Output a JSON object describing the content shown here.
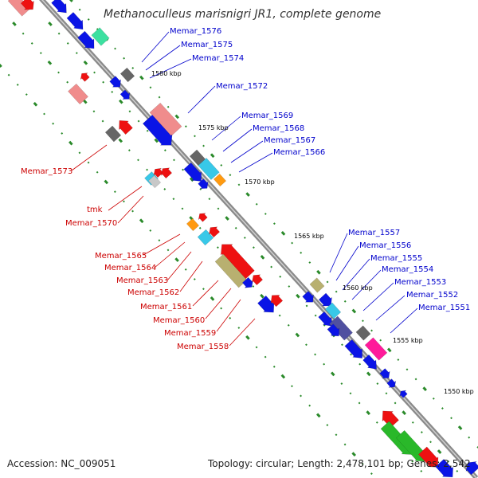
{
  "title": "Methanoculleus marisnigri JR1, complete genome",
  "footer": {
    "accession": "Accession: NC_009051",
    "summary": "Topology: circular; Length: 2,478,101 bp; Genes: 2,542"
  },
  "colors": {
    "plus_label": "#0000cc",
    "minus_label": "#cc0000",
    "axis": "#888888",
    "tick": "#2a8a2a"
  },
  "kbp_ticks": [
    "1580 kbp",
    "1575 kbp",
    "1570 kbp",
    "1565 kbp",
    "1560 kbp",
    "1555 kbp",
    "1550 kbp"
  ],
  "plus_labels": [
    "Memar_1576",
    "Memar_1575",
    "Memar_1574",
    "Memar_1572",
    "Memar_1569",
    "Memar_1568",
    "Memar_1567",
    "Memar_1566",
    "Memar_1557",
    "Memar_1556",
    "Memar_1555",
    "Memar_1554",
    "Memar_1553",
    "Memar_1552",
    "Memar_1551"
  ],
  "minus_labels": [
    "Memar_1573",
    "tmk",
    "Memar_1570",
    "Memar_1565",
    "Memar_1564",
    "Memar_1563",
    "Memar_1562",
    "Memar_1561",
    "Memar_1560",
    "Memar_1559",
    "Memar_1558"
  ]
}
